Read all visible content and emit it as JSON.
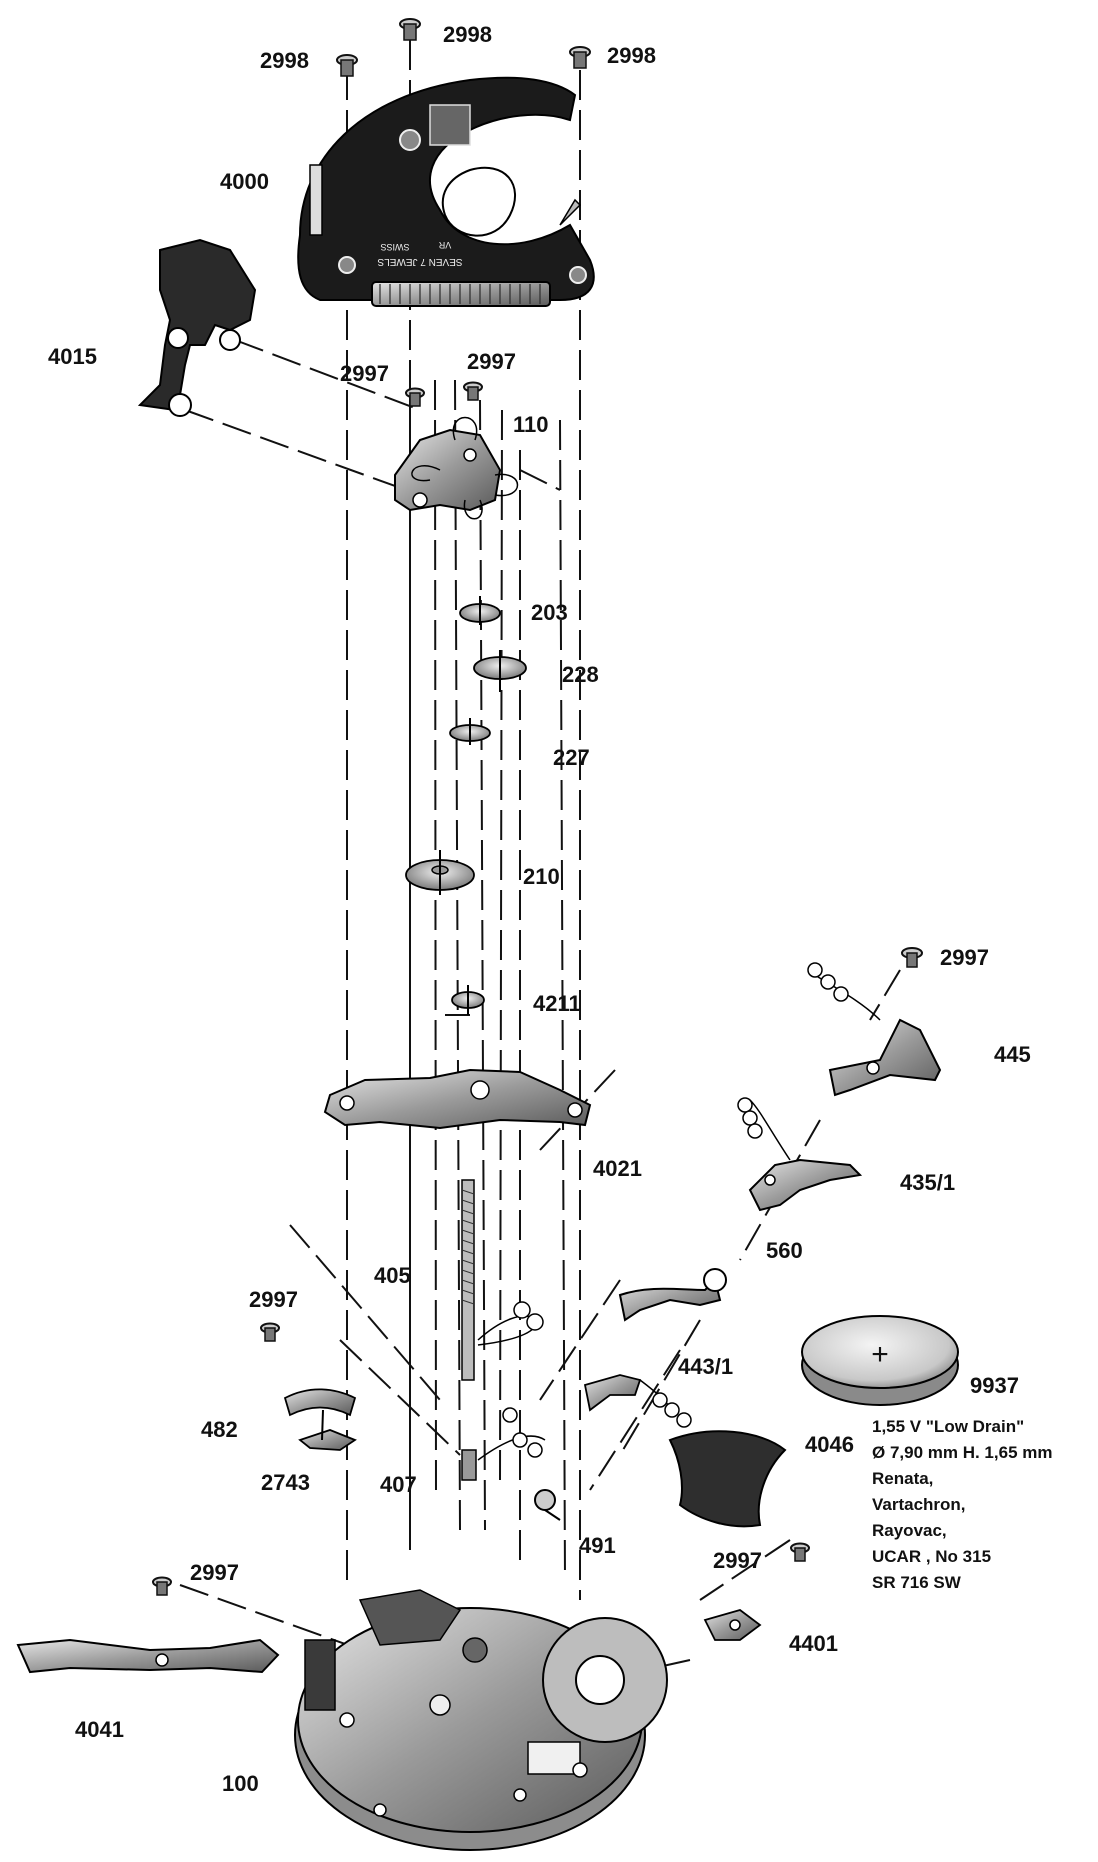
{
  "labels": {
    "p2998a": "2998",
    "p2998b": "2998",
    "p2998c": "2998",
    "p4000": "4000",
    "p4015": "4015",
    "p2997a": "2997",
    "p2997b": "2997",
    "p110": "110",
    "p203": "203",
    "p228": "228",
    "p227": "227",
    "p210": "210",
    "p4211": "4211",
    "p2997c": "2997",
    "p445": "445",
    "p4021": "4021",
    "p435_1": "435/1",
    "p560": "560",
    "p405": "405",
    "p2997d": "2997",
    "p443_1": "443/1",
    "p9937": "9937",
    "p482": "482",
    "p4046": "4046",
    "p2743": "2743",
    "p407": "407",
    "p491": "491",
    "p2997e": "2997",
    "p2997f": "2997",
    "p4401": "4401",
    "p4041": "4041",
    "p100": "100"
  },
  "plate_text": {
    "brand": "SEVEN 7 JEWELS",
    "origin": "SWISS",
    "code": "VR"
  },
  "battery_symbol": "+",
  "battery_spec": [
    "1,55 V \"Low Drain\"",
    "Ø 7,90 mm  H. 1,65 mm",
    "Renata,",
    "Vartachron,",
    "Rayovac,",
    "UCAR , No 315",
    "SR 716 SW"
  ]
}
